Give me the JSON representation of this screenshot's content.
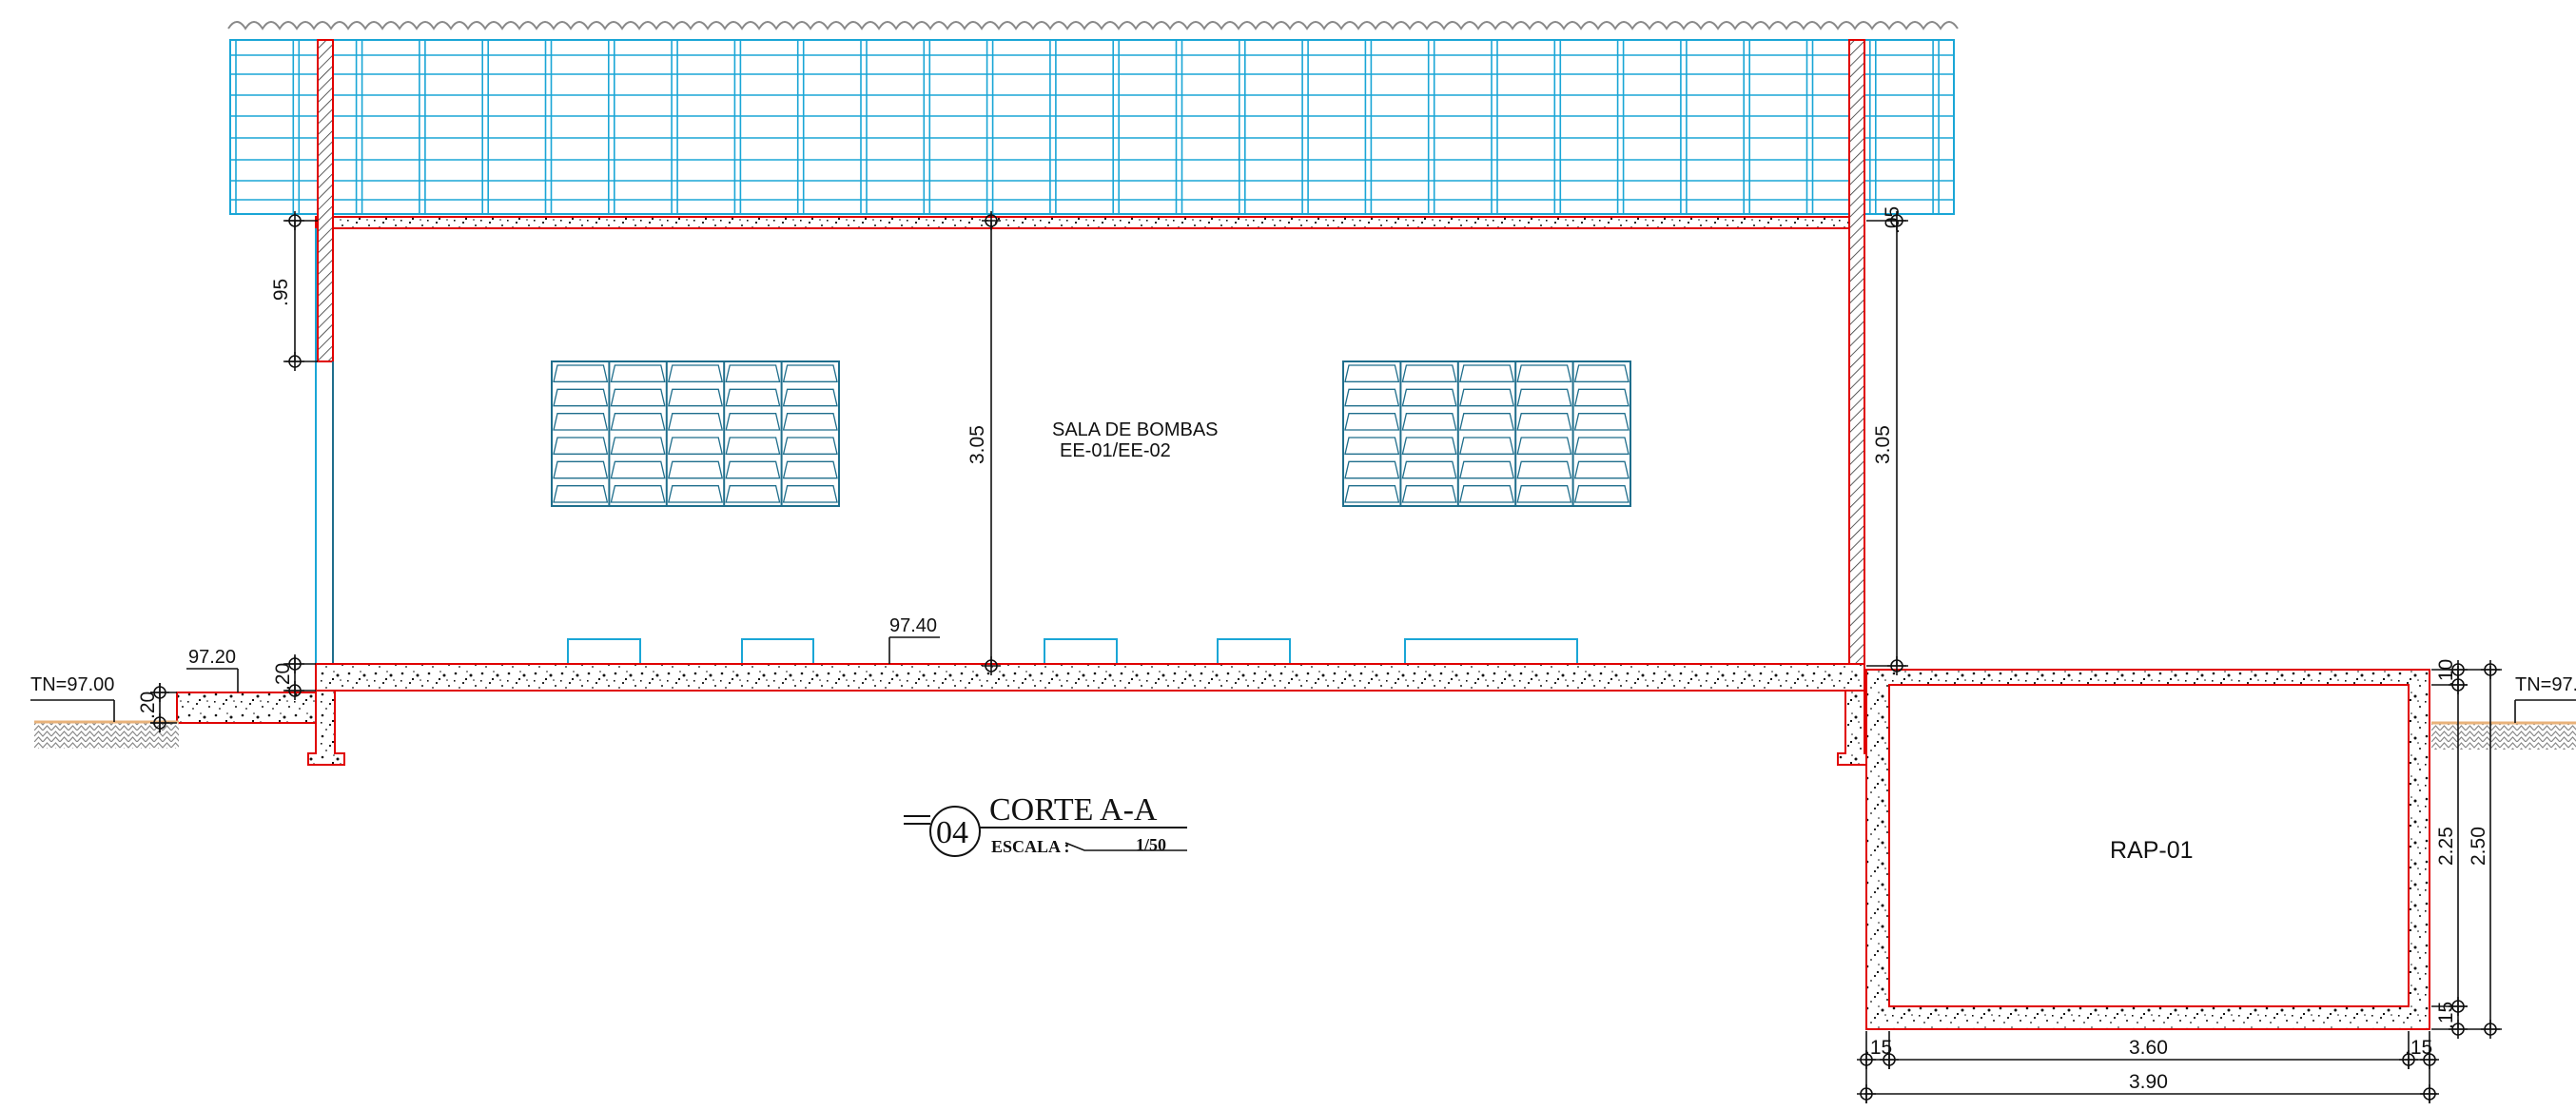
{
  "drawing": {
    "title_number": "04",
    "title": "CORTE  A-A",
    "scale_label": "ESCALA  :",
    "scale_value": "1/50",
    "room_name_line1": "SALA DE BOMBAS",
    "room_name_line2": "EE-01/EE-02",
    "tank_label": "RAP-01",
    "ground_left": "TN=97.00",
    "ground_right": "TN=97.",
    "level_floor": "97.40",
    "level_step": "97.20"
  },
  "dimensions": {
    "roof_to_window": ".95",
    "room_height_center": "3.05",
    "room_height_right": "3.05",
    "beam_top": ".05",
    "slab_left": ".20",
    "step_left": ".20",
    "tank_top": ".10",
    "tank_inner_height": "2.25",
    "tank_total_height": "2.50",
    "tank_bottom": ".15",
    "wall_left": ".15",
    "tank_inner_width": "3.60",
    "wall_right": ".15",
    "tank_total_width": "3.90"
  },
  "colors": {
    "concrete_outline": "#e00000",
    "roof_cyan": "#1aa6d6",
    "window_teal": "#1f6e8c",
    "ground_hatch": "#888888",
    "ground_fill": "#e8b27a"
  }
}
